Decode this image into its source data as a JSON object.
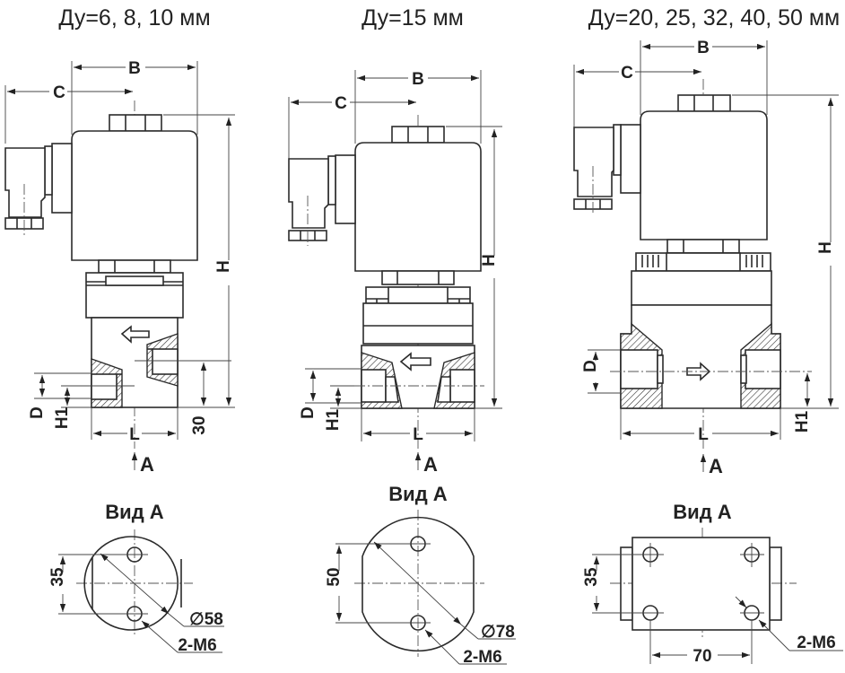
{
  "titles": {
    "left": "Ду=6, 8, 10 мм",
    "middle": "Ду=15 мм",
    "right": "Ду=20, 25, 32, 40, 50 мм"
  },
  "dimension_labels": {
    "B": "B",
    "C": "C",
    "H": "H",
    "D": "D",
    "H1": "H1",
    "L": "L",
    "A": "A",
    "height_30": "30"
  },
  "views": {
    "left": {
      "title": "Вид А",
      "spacing": "35",
      "diameter": "∅58",
      "thread": "2-M6"
    },
    "middle": {
      "title": "Вид А",
      "spacing": "50",
      "diameter": "∅78",
      "thread": "2-M6"
    },
    "right": {
      "title": "Вид А",
      "spacing": "35",
      "width_spacing": "70",
      "thread": "2-M6"
    }
  },
  "flow_direction": {
    "left": "left",
    "middle": "left",
    "right": "right"
  },
  "colors": {
    "line": "#2b2b2b",
    "background": "#ffffff"
  }
}
